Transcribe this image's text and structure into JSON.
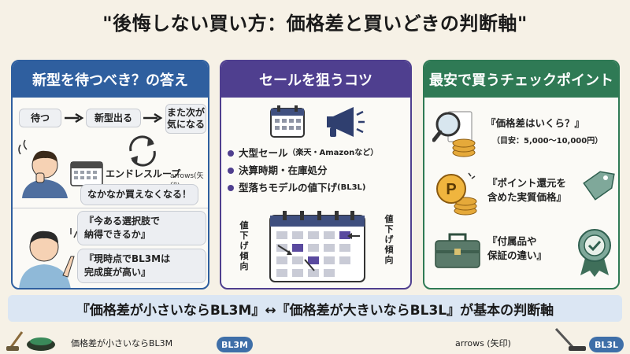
{
  "title": "\"後悔しない買い方：価格差と買いどきの判断軸\"",
  "panel1": {
    "heading": "新型を待つべき？の答え",
    "flow_wait": "待つ",
    "flow_new": "新型出る",
    "flow_next": "また次が\n気になる",
    "loop_label": "エンドレスループ",
    "arrows_label": "arrows(矢印)",
    "cant_buy": "なかなか買えなくなる！",
    "quote1": "『今ある選択肢で\n納得できるか』",
    "quote2": "『現時点でBL3Mは\n完成度が高い』"
  },
  "panel2": {
    "heading": "セールを狙うコツ",
    "bullet1": "大型セール",
    "bullet1_sub": "（楽天・Amazonなど）",
    "bullet2": "決算時期・在庫処分",
    "bullet3": "型落ちモデルの値下げ",
    "bullet3_sub": "(BL3L)",
    "left_trend": "値\n下\nげ\n傾\n向",
    "right_trend": "値\n下\nげ\n傾\n向"
  },
  "panel3": {
    "heading": "最安で買うチェックポイント",
    "item1": "『価格差はいくら？』",
    "item1_sub": "（目安：5,000〜10,000円）",
    "item2": "『ポイント還元を\n含めた実質価格』",
    "item3": "『付属品や\n保証の違い』"
  },
  "bottom": {
    "banner": "『価格差が小さいならBL3M』↔『価格差が大きいならBL3L』が基本の判断軸",
    "left_caption": "価格差が小さいならBL3M",
    "pill_left": "BL3M",
    "arrows_caption": "arrows (矢印)",
    "pill_right": "BL3L"
  }
}
